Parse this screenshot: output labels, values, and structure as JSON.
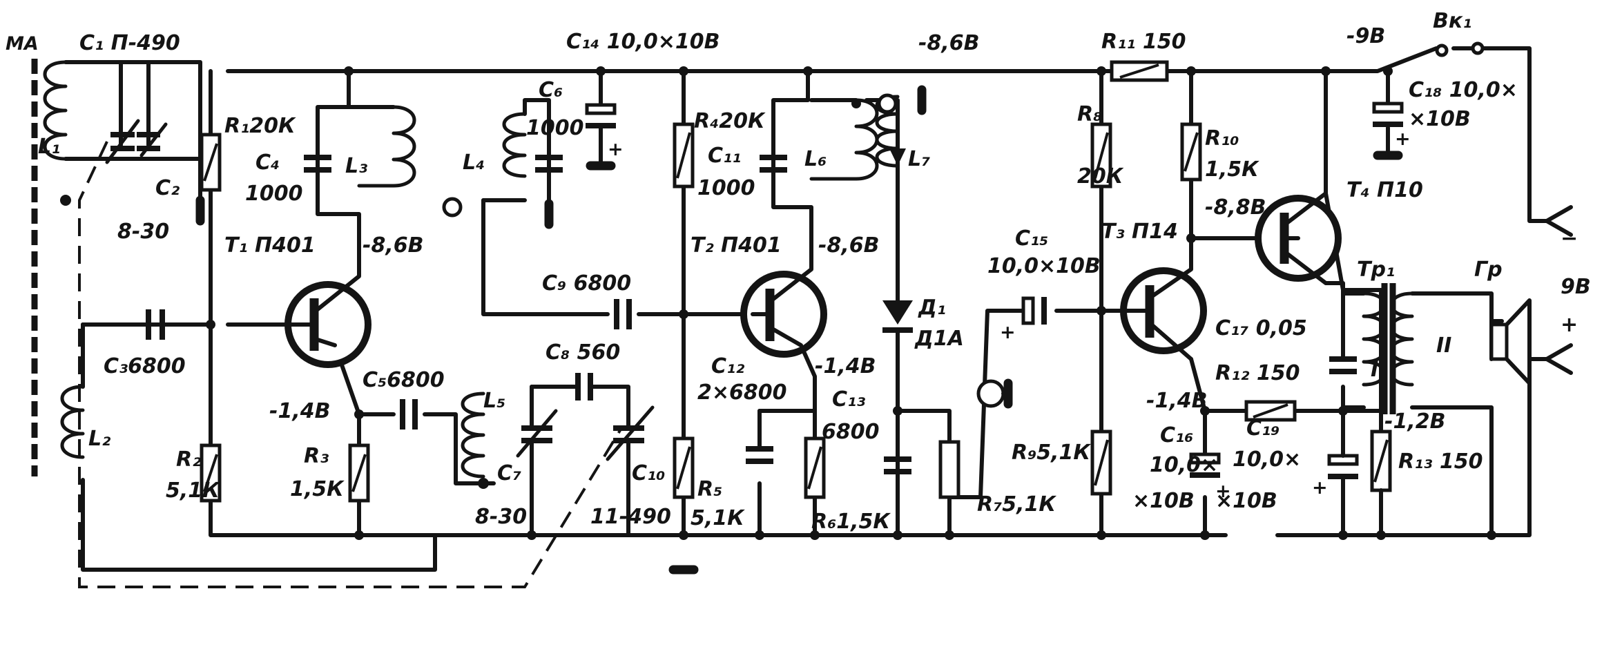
{
  "labels": {
    "ma": "МА",
    "c1": "C₁ П-490",
    "l1": "L₁",
    "c2": "C₂",
    "c2_val": "8-30",
    "l2": "L₂",
    "r1": "R₁20К",
    "c4": "C₄",
    "c4_val": "1000",
    "l3": "L₃",
    "c3": "C₃6800",
    "r2": "R₂",
    "r2_val": "5,1К",
    "t1": "T₁ П401",
    "v_t1c": "-8,6В",
    "v_t1e": "-1,4В",
    "c5": "C₅6800",
    "r3": "R₃",
    "r3_val": "1,5К",
    "l4": "L₄",
    "c6": "C₆",
    "c6_val": "1000",
    "c14": "C₁₄ 10,0×10В",
    "v_top": "-8,6В",
    "c9": "C₉ 6800",
    "c8": "C₈ 560",
    "l5": "L₅",
    "c7": "C₇",
    "c7_val": "8-30",
    "c10": "C₁₀",
    "c10_val": "11-490",
    "r4": "R₄20К",
    "c11": "C₁₁",
    "c11_val": "1000",
    "l6": "L₆",
    "t2": "T₂ П401",
    "v_t2c": "-8,6В",
    "v_t2e": "-1,4В",
    "c12": "C₁₂",
    "c12_val": "2×6800",
    "r5": "R₅",
    "r5_val": "5,1К",
    "r6": "R₆1,5К",
    "c13": "C₁₃",
    "c13_val": "6800",
    "l7": "L₇",
    "d1": "Д₁",
    "d1_type": "Д1А",
    "c15": "C₁₅",
    "c15_val": "10,0×10В",
    "r7": "R₇5,1К",
    "r9": "R₉5,1К",
    "r11": "R₁₁ 150",
    "r8": "R₈",
    "r8_val": "20К",
    "r10": "R₁₀",
    "r10_val": "1,5К",
    "t3": "T₃ П14",
    "v_t3c": "-8,8В",
    "v_t3e": "-1,4В",
    "c16": "C₁₆",
    "c16_val": "10,0×",
    "c16_val2": "×10В",
    "r12": "R₁₂ 150",
    "c19": "C₁₉",
    "c19_val": "10,0×",
    "c19_val2": "×10В",
    "c17": "C₁₇ 0,05",
    "t4": "T₄ П10",
    "tp1": "Tр₁",
    "w1": "I",
    "w2": "II",
    "gr": "Гр",
    "v_bat": "-9В",
    "vk1": "Вк₁",
    "c18": "C₁₈ 10,0×",
    "c18_val": "×10В",
    "v_128": "-1,2В",
    "r13": "R₁₃ 150",
    "supply": "9В",
    "minus": "−",
    "plus": "+"
  },
  "colors": {
    "ink": "#141414",
    "paper": "#ffffff"
  }
}
